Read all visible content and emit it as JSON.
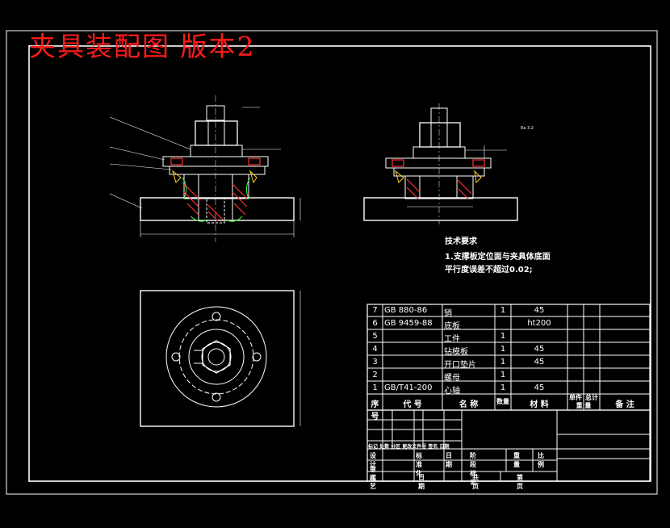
{
  "title": "夹具装配图 版本2",
  "tech_req": {
    "heading": "技术要求",
    "line1": "1.支撑板定位面与夹具体底面",
    "line2": "平行度误差不超过0.02;"
  },
  "bom": {
    "rows": [
      {
        "no": "7",
        "code": "GB 880-86",
        "name": "销",
        "qty": "1",
        "material": "45"
      },
      {
        "no": "6",
        "code": "GB 9459-88",
        "name": "底板",
        "qty": "",
        "material": "ht200"
      },
      {
        "no": "5",
        "code": "",
        "name": "工件",
        "qty": "1",
        "material": ""
      },
      {
        "no": "4",
        "code": "",
        "name": "钻模板",
        "qty": "1",
        "material": "45"
      },
      {
        "no": "3",
        "code": "",
        "name": "开口垫片",
        "qty": "1",
        "material": "45"
      },
      {
        "no": "2",
        "code": "",
        "name": "螺母",
        "qty": "1",
        "material": ""
      },
      {
        "no": "1",
        "code": "GB/T41-200",
        "name": "心轴",
        "qty": "1",
        "material": "45"
      }
    ],
    "headers": {
      "no": "序号",
      "code": "代 号",
      "name": "名 称",
      "qty": "数量",
      "material": "材 料",
      "unit_weight": "单件",
      "total_weight": "总计",
      "weight": "重 量",
      "remark": "备 注"
    }
  },
  "title_block": {
    "design": "设计",
    "std": "标准化",
    "date": "日期",
    "stage": "阶段标记",
    "weight": "重量",
    "scale": "比例",
    "review": "审核",
    "process": "工艺",
    "sheet_total": "共 页",
    "sheet_no": "第 页",
    "marks": "标记 处数 分区 更改文件号 签名 日期"
  }
}
